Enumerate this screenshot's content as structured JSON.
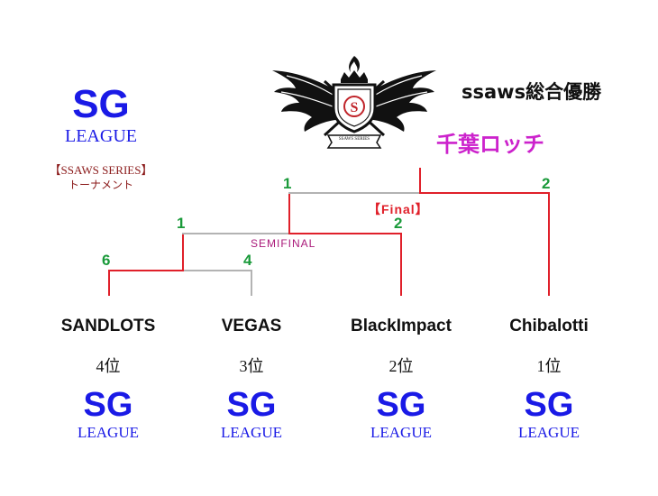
{
  "top_logo": {
    "sg": "SG",
    "league": "LEAGUE"
  },
  "series": {
    "name": "【SSAWS SERIES】",
    "type": "トーナメント"
  },
  "emblem": {
    "text": "SSAWS SERIES",
    "icon": "winged-crest-emblem"
  },
  "champion": {
    "heading": "ssaws総合優勝",
    "team": "千葉ロッチ"
  },
  "rounds": {
    "final_label": "【Final】",
    "semifinal_label": "SEMIFINAL"
  },
  "matches": {
    "semifinal": {
      "sandlots": "6",
      "vegas": "4"
    },
    "round2": {
      "winner_left": "1",
      "blackimpact": "2"
    },
    "final": {
      "left": "1",
      "chibalotti": "2"
    }
  },
  "teams": [
    {
      "name": "SANDLOTS",
      "rank": "4位",
      "sg": "SG",
      "league": "LEAGUE"
    },
    {
      "name": "VEGAS",
      "rank": "3位",
      "sg": "SG",
      "league": "LEAGUE"
    },
    {
      "name": "BlackImpact",
      "rank": "2位",
      "sg": "SG",
      "league": "LEAGUE"
    },
    {
      "name": "Chibalotti",
      "rank": "1位",
      "sg": "SG",
      "league": "LEAGUE"
    }
  ],
  "colors": {
    "winner_line": "#e0202a",
    "loser_line": "#b3b3b3",
    "score": "#1a9a3a",
    "brand": "#1a1ae6",
    "champion": "#cc22cc",
    "series": "#8b1a1a"
  }
}
